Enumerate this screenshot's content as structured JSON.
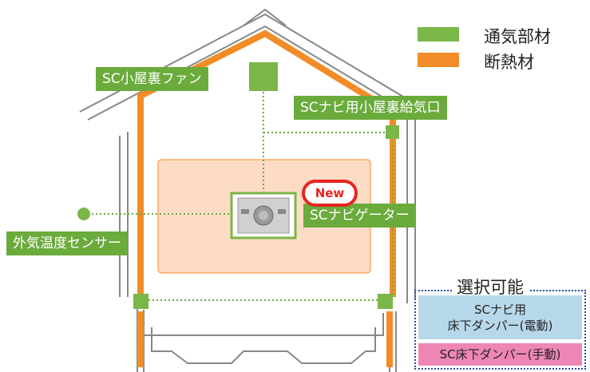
{
  "legend": {
    "items": [
      {
        "label": "通気部材",
        "color": "#7ab648"
      },
      {
        "label": "断熱材",
        "color": "#f28c28"
      }
    ]
  },
  "labels": {
    "fan": "SC小屋裏ファン",
    "inlet": "SCナビ用小屋裏給気口",
    "navigator": "SCナビゲーター",
    "sensor": "外気温度センサー"
  },
  "badge": {
    "new": "New"
  },
  "options": {
    "title": "選択可能",
    "electric_line1": "SCナビ用",
    "electric_line2": "床下ダンパー(電動)",
    "manual": "SC床下ダンパー(手動)"
  },
  "colors": {
    "vent": "#7ab648",
    "insulation": "#f28c28",
    "room": "#fcdcc5",
    "dotted": "#6aab3c",
    "badge": "#e8251f"
  }
}
